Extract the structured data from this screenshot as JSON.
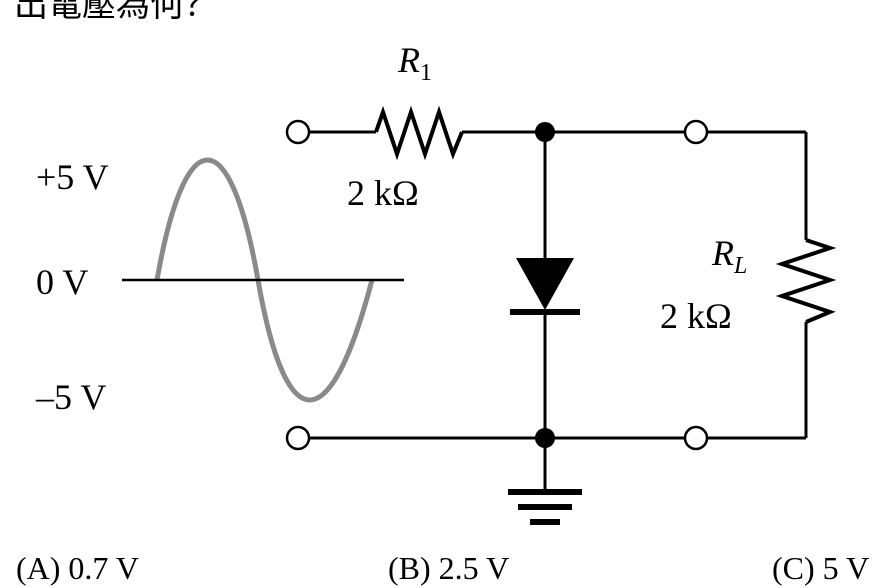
{
  "question": {
    "text_tail": "出電壓為何？"
  },
  "circuit": {
    "r1_name": "R",
    "r1_sub": "1",
    "r1_value": "2 kΩ",
    "rl_name": "R",
    "rl_sub": "L",
    "rl_value": "2 kΩ",
    "v_pos": "+5 V",
    "v_zero": "0 V",
    "v_neg": "–5 V"
  },
  "choices": [
    {
      "label": "(A) 0.7 V"
    },
    {
      "label": "(B) 2.5 V"
    },
    {
      "label": "(C) 5 V"
    }
  ]
}
